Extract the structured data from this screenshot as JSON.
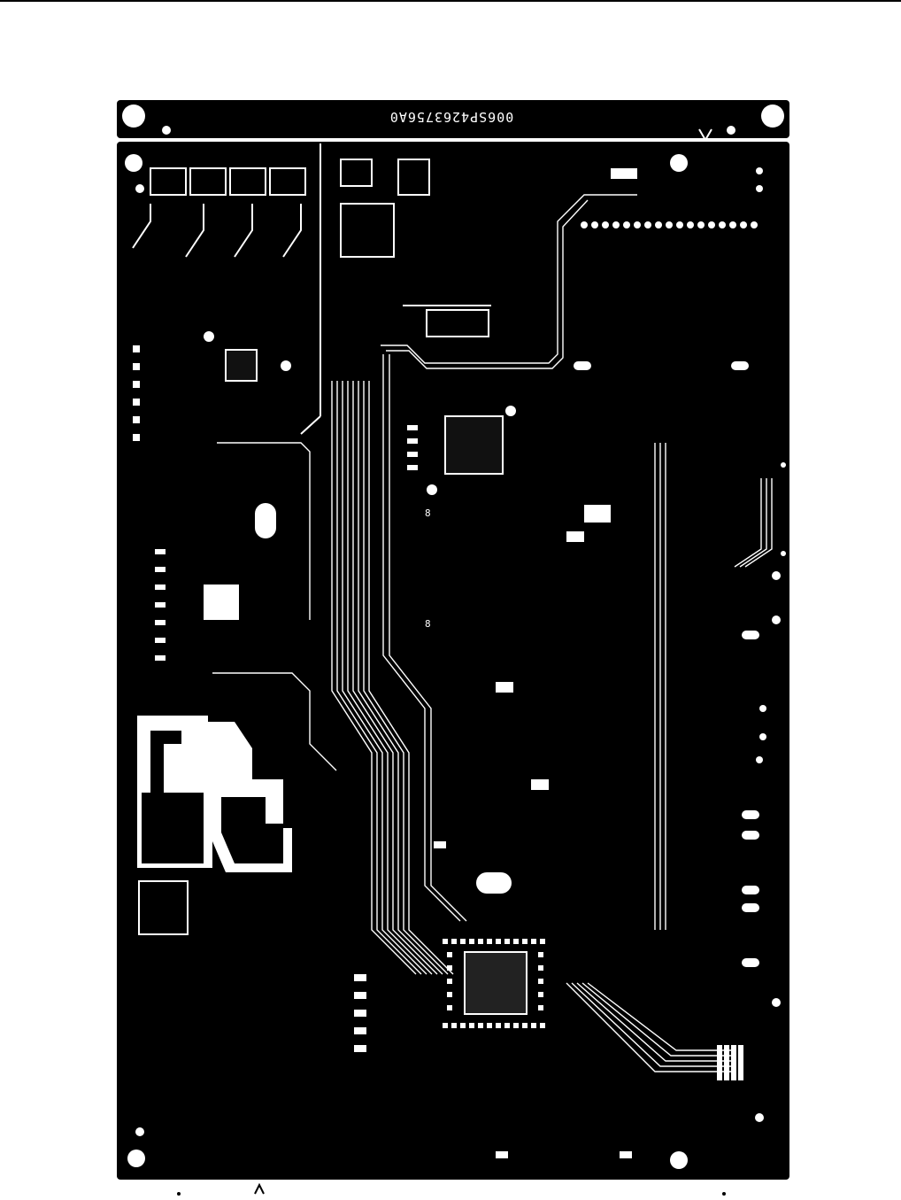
{
  "board": {
    "part_number": "006SP4263756A0",
    "colors": {
      "copper": "#000000",
      "background": "#ffffff"
    }
  },
  "silkscreen": {
    "digit_marks": [
      "8",
      "8"
    ]
  }
}
